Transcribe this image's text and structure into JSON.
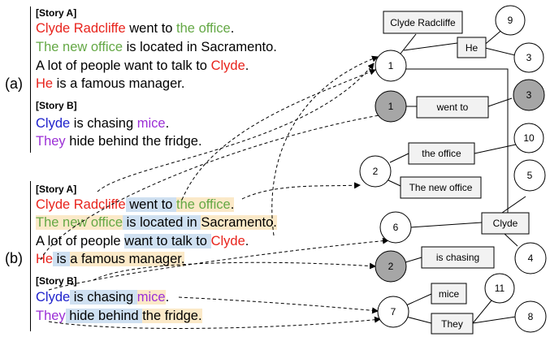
{
  "panel_a": {
    "label": "(a)",
    "story_a_header": "[Story A]",
    "story_b_header": "[Story B]",
    "lines": [
      [
        {
          "t": "Clyde Radcliffe",
          "c": "red"
        },
        {
          "t": " went to ",
          "c": "black"
        },
        {
          "t": "the office",
          "c": "green"
        },
        {
          "t": ".",
          "c": "black"
        }
      ],
      [
        {
          "t": "The new office",
          "c": "green"
        },
        {
          "t": " is located in Sacramento.",
          "c": "black"
        }
      ],
      [
        {
          "t": "A lot of people want to talk to ",
          "c": "black"
        },
        {
          "t": "Clyde",
          "c": "red"
        },
        {
          "t": ".",
          "c": "black"
        }
      ],
      [
        {
          "t": "He",
          "c": "red"
        },
        {
          "t": " is a famous manager.",
          "c": "black"
        }
      ],
      [
        {
          "t": "Clyde",
          "c": "blue"
        },
        {
          "t": " is chasing ",
          "c": "black"
        },
        {
          "t": "mice",
          "c": "purple"
        },
        {
          "t": ".",
          "c": "black"
        }
      ],
      [
        {
          "t": "They",
          "c": "purple"
        },
        {
          "t": " hide behind the fridge.",
          "c": "black"
        }
      ]
    ]
  },
  "panel_b": {
    "label": "(b)",
    "story_a_header": "[Story A]",
    "story_b_header": "[Story B]",
    "lines": [
      [
        {
          "t": "Clyde Radcliffe",
          "c": "red",
          "h": ""
        },
        {
          "t": " went to ",
          "c": "black",
          "h": "b"
        },
        {
          "t": "the office",
          "c": "green",
          "h": "y"
        },
        {
          "t": ".",
          "c": "black",
          "h": "y"
        }
      ],
      [
        {
          "t": "The new office",
          "c": "green",
          "h": "y"
        },
        {
          "t": " is located in ",
          "c": "black",
          "h": "b"
        },
        {
          "t": "Sacramento.",
          "c": "black",
          "h": "y"
        }
      ],
      [
        {
          "t": "A lot of people ",
          "c": "black",
          "h": ""
        },
        {
          "t": "want to talk to ",
          "c": "black",
          "h": "b"
        },
        {
          "t": "Clyde",
          "c": "red",
          "h": ""
        },
        {
          "t": ".",
          "c": "black",
          "h": ""
        }
      ],
      [
        {
          "t": "He",
          "c": "red",
          "h": ""
        },
        {
          "t": " is ",
          "c": "black",
          "h": "b"
        },
        {
          "t": "a famous manager.",
          "c": "black",
          "h": "y"
        }
      ],
      [
        {
          "t": "Clyde",
          "c": "blue",
          "h": ""
        },
        {
          "t": " is chasing ",
          "c": "black",
          "h": "b"
        },
        {
          "t": "mice",
          "c": "purple",
          "h": "y"
        },
        {
          "t": ".",
          "c": "black",
          "h": ""
        }
      ],
      [
        {
          "t": "They",
          "c": "purple",
          "h": ""
        },
        {
          "t": " hide behind ",
          "c": "black",
          "h": "b"
        },
        {
          "t": "the fridge.",
          "c": "black",
          "h": "y"
        }
      ]
    ]
  },
  "graph": {
    "nodes": [
      {
        "id": "n1",
        "label": "1",
        "shaded": false
      },
      {
        "id": "n9",
        "label": "9",
        "shaded": false
      },
      {
        "id": "n3a",
        "label": "3",
        "shaded": false
      },
      {
        "id": "n1g",
        "label": "1",
        "shaded": true
      },
      {
        "id": "n3g",
        "label": "3",
        "shaded": true
      },
      {
        "id": "n10",
        "label": "10",
        "shaded": false
      },
      {
        "id": "n2",
        "label": "2",
        "shaded": false
      },
      {
        "id": "n5",
        "label": "5",
        "shaded": false
      },
      {
        "id": "n6",
        "label": "6",
        "shaded": false
      },
      {
        "id": "n4",
        "label": "4",
        "shaded": false
      },
      {
        "id": "n2g",
        "label": "2",
        "shaded": true
      },
      {
        "id": "n11",
        "label": "11",
        "shaded": false
      },
      {
        "id": "n7",
        "label": "7",
        "shaded": false
      },
      {
        "id": "n8",
        "label": "8",
        "shaded": false
      }
    ],
    "boxes": [
      {
        "id": "b-clyde-radcliffe",
        "label": "Clyde Radcliffe"
      },
      {
        "id": "b-he",
        "label": "He"
      },
      {
        "id": "b-went-to",
        "label": "went to"
      },
      {
        "id": "b-the-office",
        "label": "the office"
      },
      {
        "id": "b-the-new-office",
        "label": "The new office"
      },
      {
        "id": "b-clyde",
        "label": "Clyde"
      },
      {
        "id": "b-is-chasing",
        "label": "is chasing"
      },
      {
        "id": "b-mice",
        "label": "mice"
      },
      {
        "id": "b-they",
        "label": "They"
      }
    ]
  },
  "colors": {
    "red": "#e8231c",
    "green": "#64a845",
    "blue": "#1f22cc",
    "purple": "#9b2fd6",
    "blue_highlight": "#cfe0f1",
    "yellow_highlight": "#fbe9c8",
    "node_shaded": "#a6a6a6",
    "box_fill": "#f2f2f2"
  }
}
